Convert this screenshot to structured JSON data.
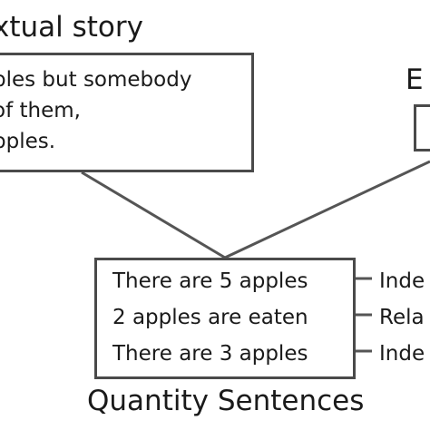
{
  "textual_story": {
    "title": "xtual story",
    "lines": [
      "ples but somebody",
      "of them,",
      "pples."
    ]
  },
  "equation": {
    "title": "E"
  },
  "quantity_sentences": {
    "title": "Quantity Sentences",
    "sentences": [
      {
        "text": "There are 5 apples",
        "relation": "Inde"
      },
      {
        "text": "2 apples are eaten",
        "relation": "Rela"
      },
      {
        "text": "There are 3 apples",
        "relation": "Inde"
      }
    ]
  },
  "colors": {
    "line": "#555555",
    "box_border": "#4a4a4a",
    "text": "#1a1a1a"
  }
}
